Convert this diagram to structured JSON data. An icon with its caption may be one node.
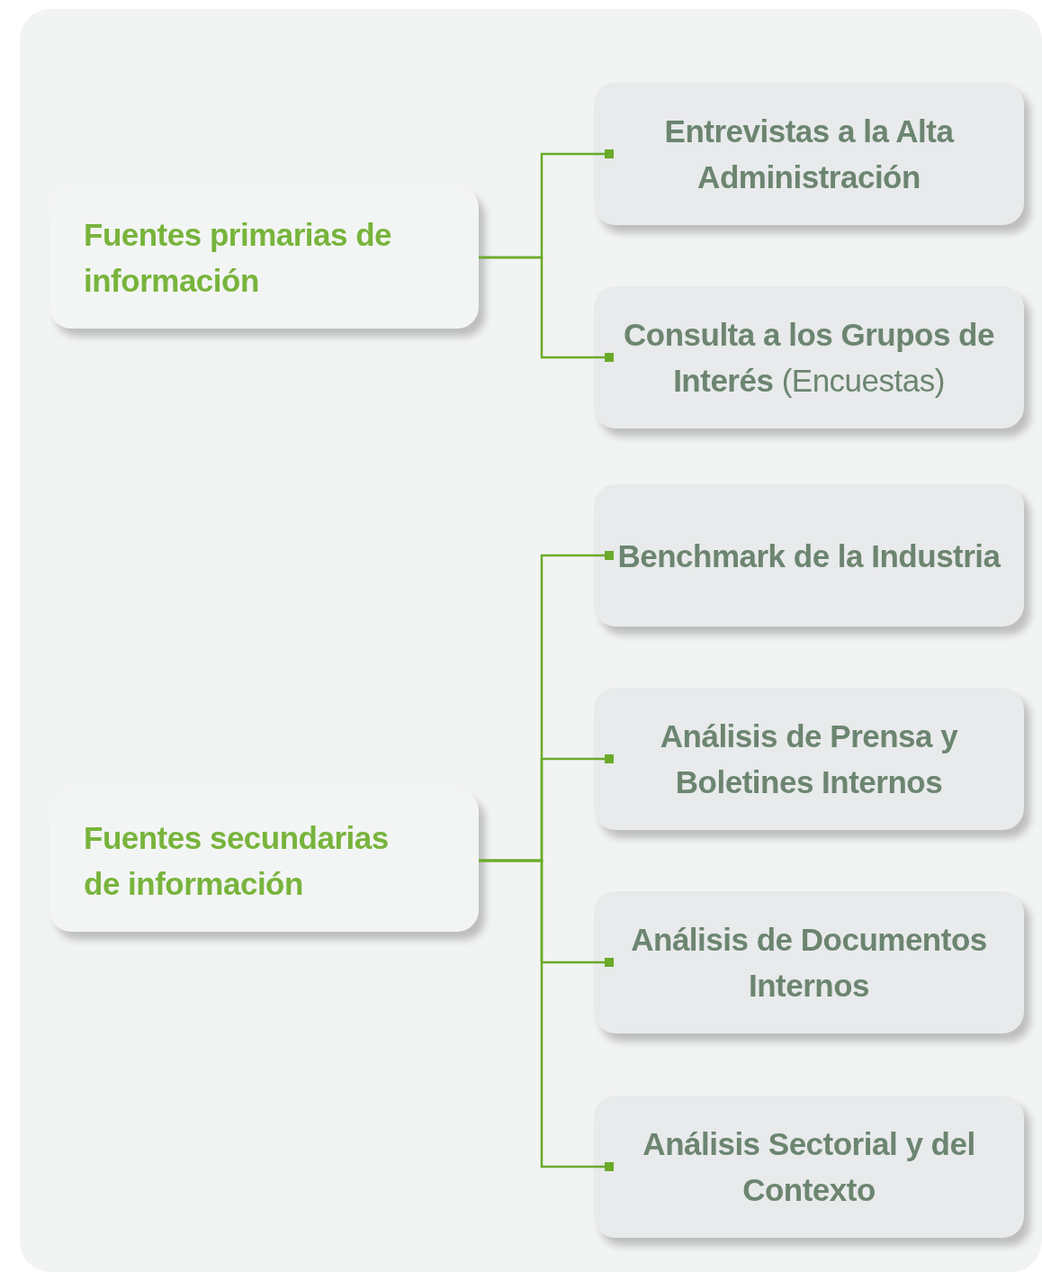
{
  "diagram": {
    "nodes": [
      {
        "text": [
          "Fuentes primarias de información"
        ]
      },
      {
        "text": [
          "Entrevistas a la Alta Administración"
        ]
      },
      {
        "text": [
          "**Consulta a los Grupos de Interés** (Encuestas)"
        ]
      },
      {
        "text": [
          "Fuentes secundarias de información"
        ]
      },
      {
        "text": [
          "Benchmark de la Industria"
        ]
      },
      {
        "text": [
          "Análisis de Prensa y Boletines Internos"
        ]
      },
      {
        "text": [
          "Análisis de Documentos Internos"
        ]
      },
      {
        "text": [
          "Análisis Sectorial y del Contexto"
        ]
      }
    ],
    "edges": [
      {
        "from": 0,
        "to": 1,
        "arrow": "other"
      },
      {
        "from": 0,
        "to": 2,
        "arrow": "other"
      },
      {
        "from": 3,
        "to": 4,
        "arrow": "other"
      },
      {
        "from": 3,
        "to": 5,
        "arrow": "other"
      },
      {
        "from": 3,
        "to": 6,
        "arrow": "other"
      },
      {
        "from": 3,
        "to": 7,
        "arrow": "other"
      }
    ]
  }
}
